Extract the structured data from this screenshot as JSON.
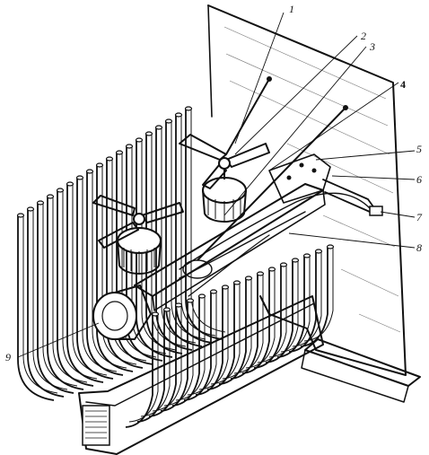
{
  "figure": {
    "callouts": [
      {
        "id": "1",
        "text": "1"
      },
      {
        "id": "2",
        "text": "2"
      },
      {
        "id": "3",
        "text": "3"
      },
      {
        "id": "4",
        "text": "4"
      },
      {
        "id": "5",
        "text": "5"
      },
      {
        "id": "6",
        "text": "6"
      },
      {
        "id": "7",
        "text": "7"
      },
      {
        "id": "8",
        "text": "8"
      },
      {
        "id": "9",
        "text": "9"
      }
    ],
    "ink_color": "#111111",
    "paper_color": "#ffffff"
  }
}
